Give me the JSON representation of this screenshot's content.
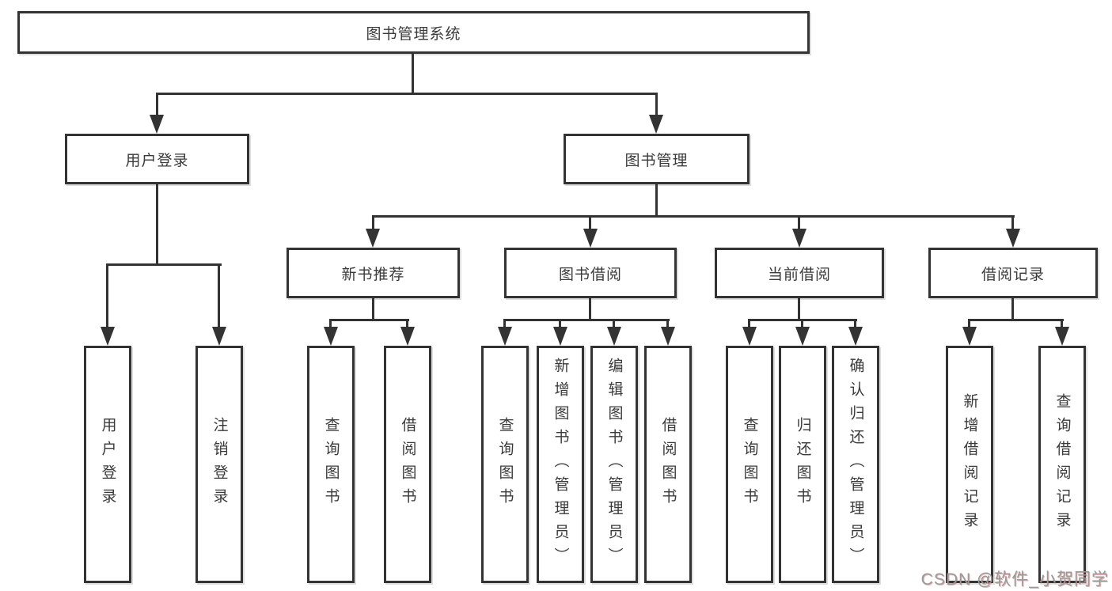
{
  "tree": {
    "root": {
      "label": "图书管理系统"
    },
    "level2": [
      {
        "label": "用户登录"
      },
      {
        "label": "图书管理"
      }
    ],
    "level3": [
      {
        "label": "新书推荐"
      },
      {
        "label": "图书借阅"
      },
      {
        "label": "当前借阅"
      },
      {
        "label": "借阅记录"
      }
    ],
    "leaves": {
      "user_login": [
        "用户登录",
        "注销登录"
      ],
      "new_book_rec": [
        "查询图书",
        "借阅图书"
      ],
      "book_borrow": [
        "查询图书",
        "新增图书（管理员）",
        "编辑图书（管理员）",
        "借阅图书"
      ],
      "current_borrow": [
        "查询图书",
        "归还图书",
        "确认归还（管理员）"
      ],
      "borrow_record": [
        "新增借阅记录",
        "查询借阅记录"
      ]
    }
  },
  "watermark": {
    "text": "CSDN @软件_小贺同学"
  },
  "colors": {
    "line": "#333333",
    "text": "#3a3a3a",
    "background": "#ffffff",
    "watermark": "#9a9a9a",
    "watermark_shadow": "#c05050"
  }
}
